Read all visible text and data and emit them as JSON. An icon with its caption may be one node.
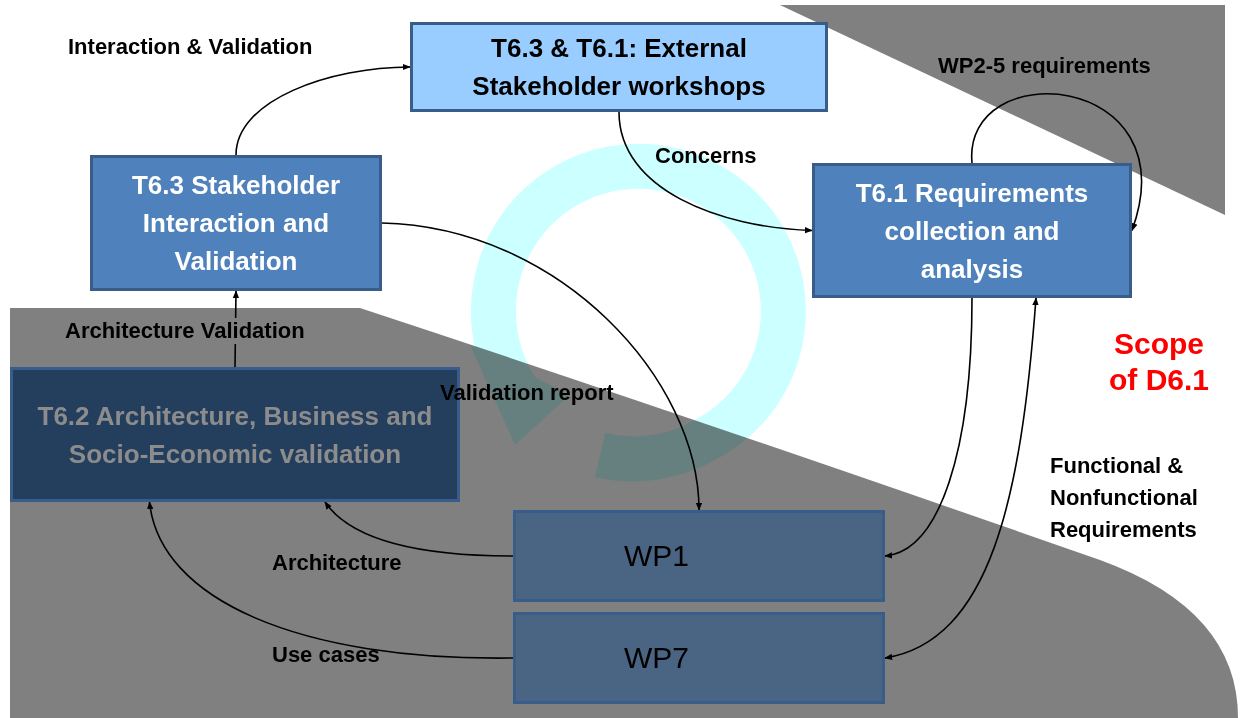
{
  "diagram": {
    "nodes": [
      {
        "text": [
          "T6.3 & T6.1: External Stakeholder workshops"
        ]
      },
      {
        "text": [
          "T6.3 Stakeholder Interaction and Validation"
        ]
      },
      {
        "text": [
          "T6.1 Requirements collection and analysis"
        ]
      },
      {
        "text": [
          "T6.2 Architecture, Business and Socio-Economic validation"
        ]
      },
      {
        "text": [
          "WP1"
        ]
      },
      {
        "text": [
          "WP7"
        ]
      }
    ],
    "edges": [
      {
        "from": 1,
        "to": 0,
        "arrow": "to",
        "label": "Interaction & Validation"
      },
      {
        "from": 0,
        "to": 2,
        "arrow": "to",
        "label": "Concerns"
      },
      {
        "from": 2,
        "to": 2,
        "arrow": "to",
        "label": "WP2-5 requirements"
      },
      {
        "from": 1,
        "to": 4,
        "arrow": "to",
        "label": "Validation report"
      },
      {
        "from": 3,
        "to": 1,
        "arrow": "to",
        "label": "Architecture Validation"
      },
      {
        "from": 4,
        "to": 3,
        "arrow": "to",
        "label": "Architecture"
      },
      {
        "from": 5,
        "to": 3,
        "arrow": "to",
        "label": "Use cases"
      },
      {
        "from": 2,
        "to": 4,
        "arrow": "to"
      },
      {
        "from": 5,
        "to": 2,
        "arrow": "both"
      }
    ],
    "labels": [
      "Scope of D6.1",
      "Functional & Nonfunctional Requirements"
    ]
  }
}
